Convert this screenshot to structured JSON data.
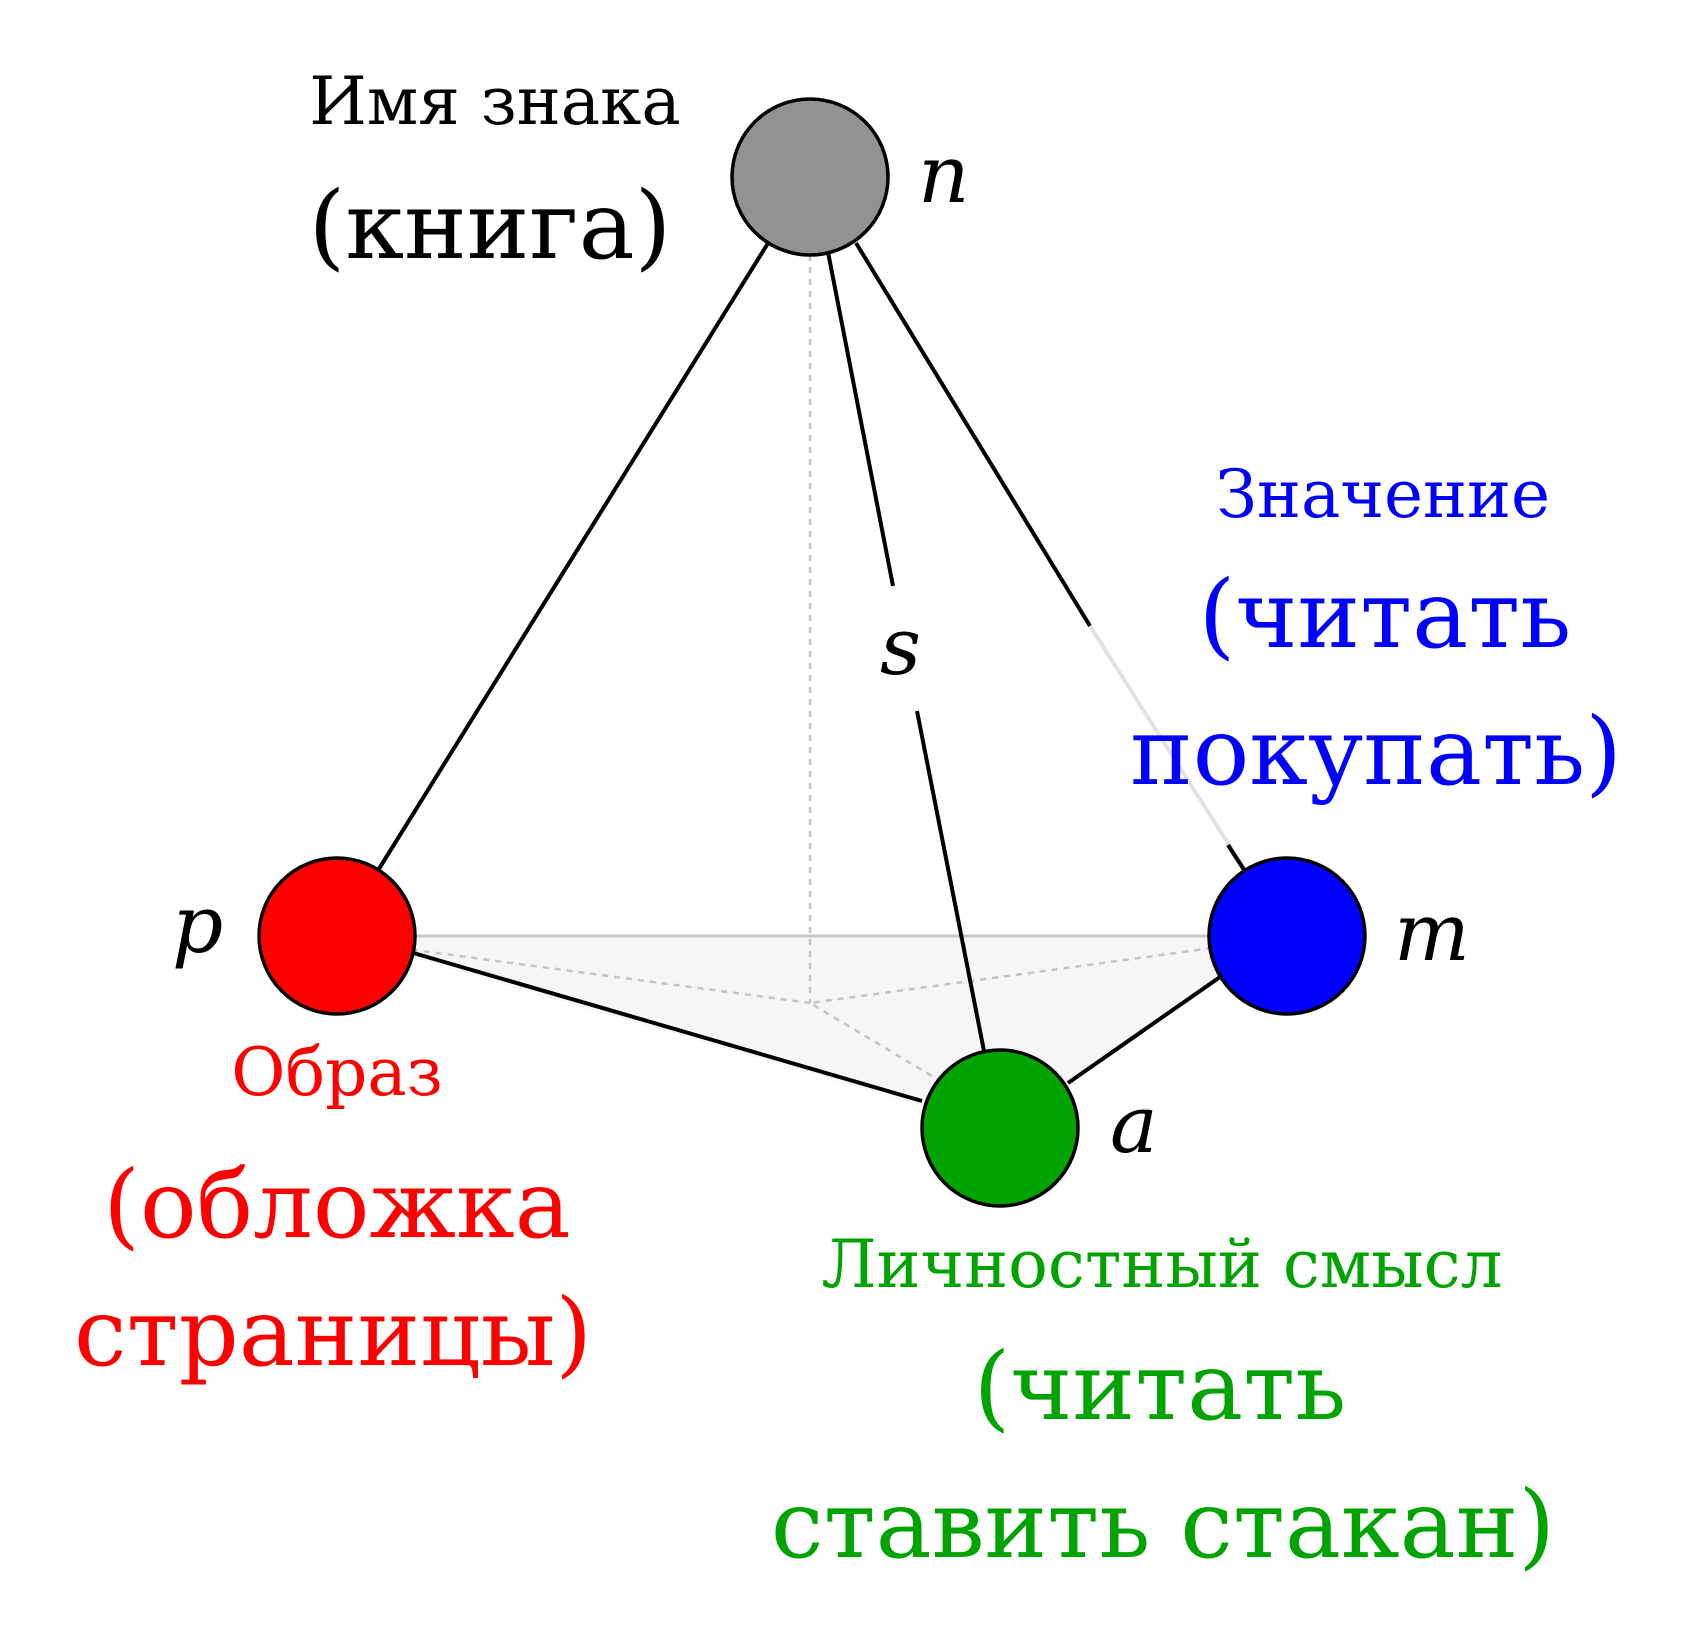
{
  "vertices": {
    "n": {
      "symbol": "n",
      "color": "#929292",
      "title": "Имя знака",
      "example": "(книга)",
      "text_color": "#000000"
    },
    "p": {
      "symbol": "p",
      "color": "#ff0000",
      "title": "Образ",
      "example_line1": "(обложка",
      "example_line2": "страницы)",
      "text_color": "#ff0000"
    },
    "m": {
      "symbol": "m",
      "color": "#0000ff",
      "title": "Значение",
      "example_line1": "(читать",
      "example_line2": "покупать)",
      "text_color": "#0000ff"
    },
    "a": {
      "symbol": "a",
      "color": "#00a300",
      "title": "Личностный смысл",
      "example_line1": "(читать",
      "example_line2": "ставить стакан)",
      "text_color": "#00a300"
    }
  },
  "center": {
    "symbol": "s"
  },
  "edges": [
    {
      "from": "n",
      "to": "p",
      "style": "solid"
    },
    {
      "from": "n",
      "to": "a",
      "style": "solid"
    },
    {
      "from": "n",
      "to": "m",
      "style": "solid"
    },
    {
      "from": "p",
      "to": "a",
      "style": "solid"
    },
    {
      "from": "a",
      "to": "m",
      "style": "solid"
    },
    {
      "from": "p",
      "to": "m",
      "style": "hidden"
    }
  ]
}
